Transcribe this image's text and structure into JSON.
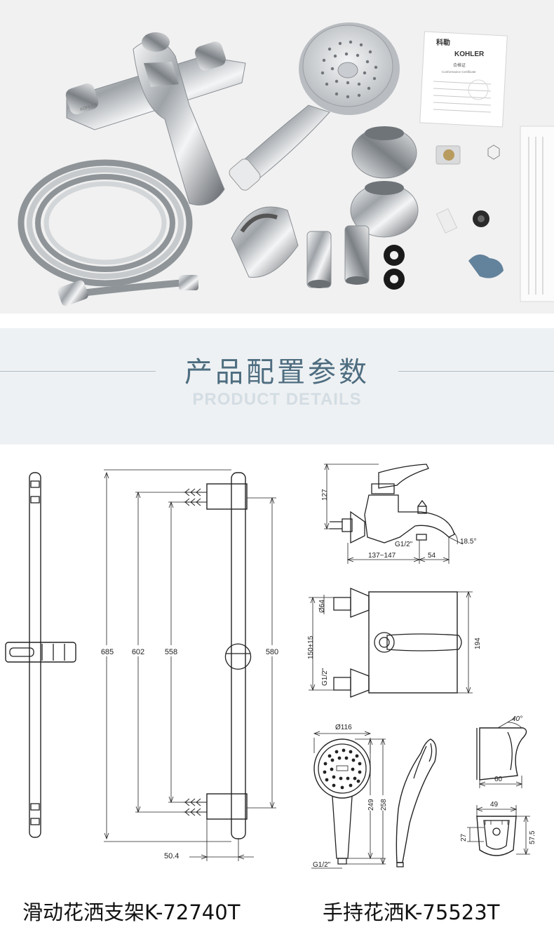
{
  "photo": {
    "brand_cn": "科勒",
    "brand_en": "KOHLER",
    "certificate_title": "合格证",
    "certificate_subtitle": "Conformance Certificate"
  },
  "section": {
    "title_cn": "产品配置参数",
    "title_en": "PRODUCT DETAILS"
  },
  "rail_drawing": {
    "dims": {
      "total_length": "685",
      "bracket_spacing": "602",
      "inner_spacing": "558",
      "wall_spacing": "580",
      "projection": "50.4"
    },
    "caption": "滑动花洒支架K-72740T"
  },
  "faucet_side": {
    "dims": {
      "height": "127",
      "reach": "137~147",
      "spout": "54",
      "angle": "18.5°",
      "thread": "G1/2\""
    }
  },
  "faucet_top": {
    "dims": {
      "escutcheon": "Ø64",
      "centers": "150±15",
      "depth": "194",
      "thread": "G1/2\""
    }
  },
  "handshower": {
    "dims": {
      "diameter": "Ø116",
      "length_a": "249",
      "length_b": "258",
      "thread": "G1/2\""
    },
    "caption": "手持花洒K-75523T"
  },
  "holder": {
    "dims": {
      "angle": "40°",
      "depth": "60",
      "width": "49",
      "height": "57.5",
      "hole": "27"
    }
  }
}
